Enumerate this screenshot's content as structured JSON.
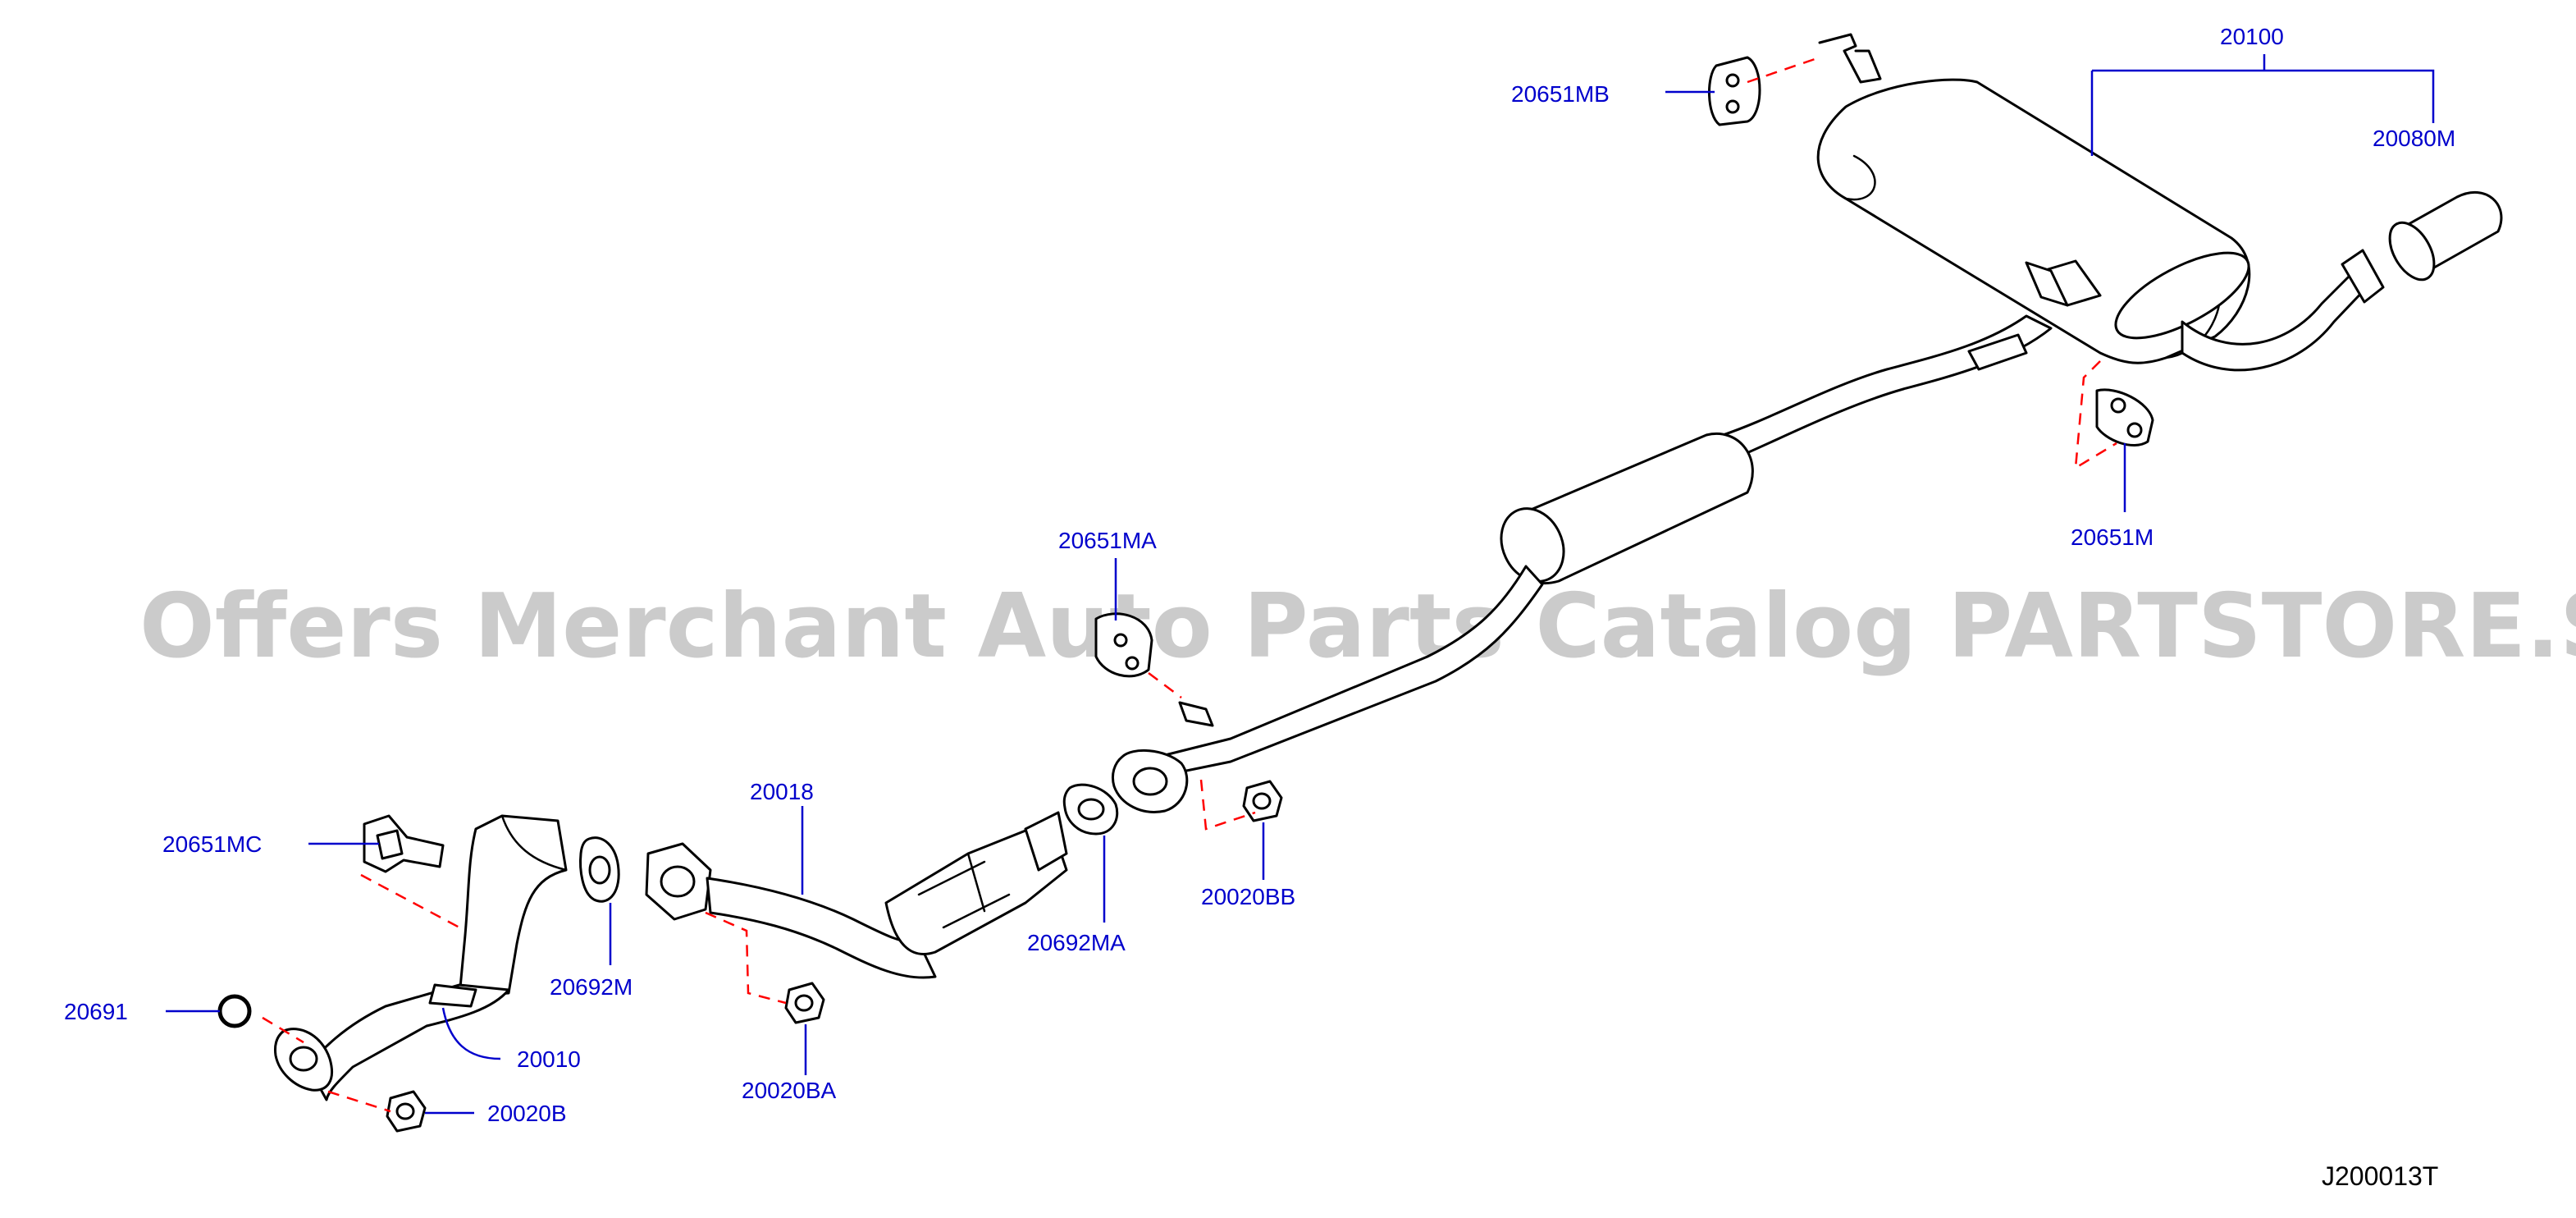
{
  "colors": {
    "label": "#0000cc",
    "outline": "#000000",
    "alignment": "#ff0000",
    "watermark": "#8c8c8c"
  },
  "watermark": "Offers Merchant Auto Parts Catalog PARTSTORE.SA",
  "diagram_code": "J200013T",
  "labels": {
    "p20100": "20100",
    "p20080M": "20080M",
    "p20651MB": "20651MB",
    "p20651M": "20651M",
    "p20651MA": "20651MA",
    "p20651MC": "20651MC",
    "p20018": "20018",
    "p20692M": "20692M",
    "p20692MA": "20692MA",
    "p20020BB": "20020BB",
    "p20020BA": "20020BA",
    "p20020B": "20020B",
    "p20010": "20010",
    "p20691": "20691"
  }
}
